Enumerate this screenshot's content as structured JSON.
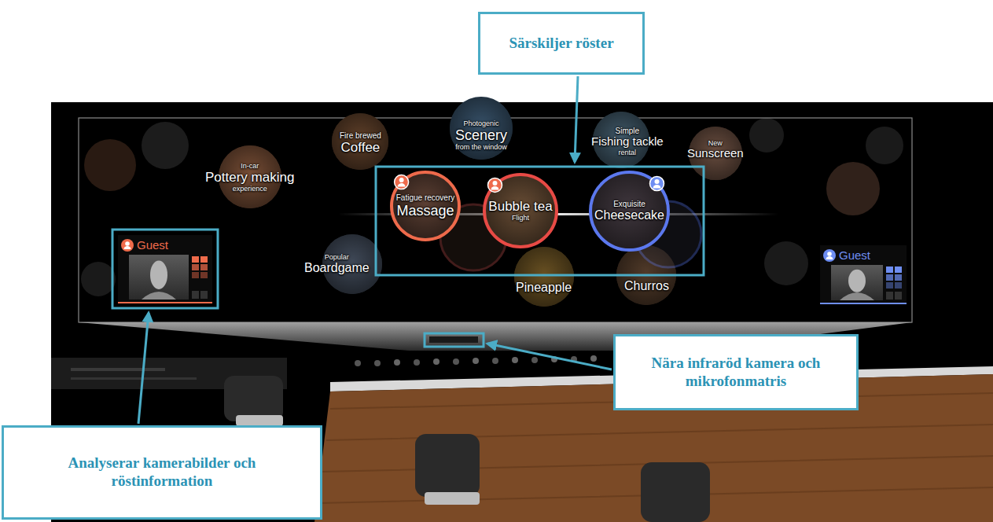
{
  "diagram": {
    "nodes": [
      {
        "text": [
          "Särskiljer röster"
        ]
      },
      {
        "text": [
          "Fire brewed",
          "Coffee"
        ]
      },
      {
        "text": [
          "Photogenic",
          "Scenery",
          "from the window"
        ]
      },
      {
        "text": [
          "Simple",
          "Fishing tackle",
          "rental"
        ]
      },
      {
        "text": [
          "New",
          "Sunscreen"
        ]
      },
      {
        "text": [
          "In-car",
          "Pottery making",
          "experience"
        ]
      },
      {
        "text": [
          "Fatigue recovery",
          "Massage"
        ]
      },
      {
        "text": [
          "Bubble tea",
          "Flight"
        ]
      },
      {
        "text": [
          "Exquisite",
          "Cheesecake"
        ]
      },
      {
        "text": [
          "Guest"
        ]
      },
      {
        "text": [
          "Guest"
        ]
      },
      {
        "text": [
          "Popular",
          "Boardgame"
        ]
      },
      {
        "text": [
          "Pineapple"
        ]
      },
      {
        "text": [
          "Churros"
        ]
      },
      {
        "text": [
          "Nära infraröd kamera och mikrofonmatris"
        ]
      },
      {
        "text": [
          "Analyserar kamerabilder och röstinformation"
        ]
      }
    ]
  }
}
